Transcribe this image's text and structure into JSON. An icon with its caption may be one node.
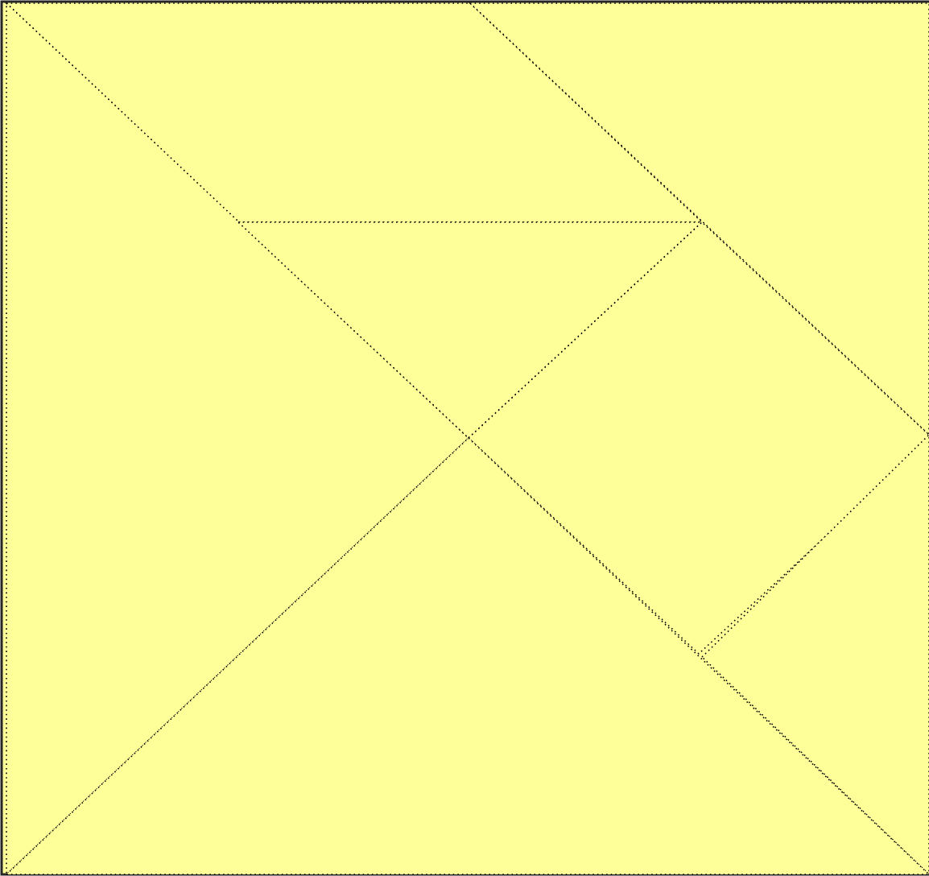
{
  "diagram": {
    "nodes": [
      {
        "text": [],
        "shape": "parallelogram"
      },
      {
        "text": [],
        "shape": "triangle"
      },
      {
        "text": [],
        "shape": "triangle"
      },
      {
        "text": [],
        "shape": "triangle"
      },
      {
        "text": [],
        "shape": "square"
      },
      {
        "text": [],
        "shape": "triangle"
      },
      {
        "text": [],
        "shape": "triangle"
      }
    ]
  }
}
